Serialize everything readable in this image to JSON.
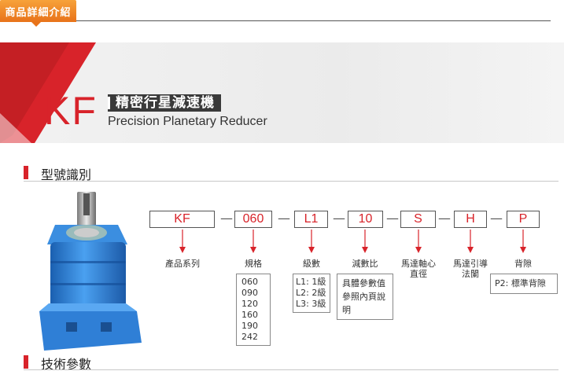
{
  "header": {
    "tab_label": "商品詳細介紹"
  },
  "banner": {
    "model": "KF",
    "title_cn": "精密行星減速機",
    "title_en": "Precision Planetary Reducer"
  },
  "section_model": {
    "title": "型號識別"
  },
  "section_specs": {
    "title": "技術參數"
  },
  "codes": [
    {
      "code": "KF",
      "label": "產品系列"
    },
    {
      "code": "060",
      "label": "規格"
    },
    {
      "code": "L1",
      "label": "級數"
    },
    {
      "code": "10",
      "label": "減數比"
    },
    {
      "code": "S",
      "label": "馬達軸心\n直徑"
    },
    {
      "code": "H",
      "label": "馬達引導\n法闌"
    },
    {
      "code": "P",
      "label": "背隙"
    }
  ],
  "separator": "—",
  "details": {
    "spec_sizes": [
      "060",
      "090",
      "120",
      "160",
      "190",
      "242"
    ],
    "stages": [
      "L1: 1級",
      "L2: 2級",
      "L3: 3級"
    ],
    "ratio_note": [
      "具體參數值",
      "參照內頁說",
      "明"
    ],
    "backlash": [
      "P2: 標準背隙"
    ]
  },
  "colors": {
    "accent_red": "#d8232a",
    "tab_orange": "#f28a2a",
    "product_blue": "#2a7fd4"
  }
}
